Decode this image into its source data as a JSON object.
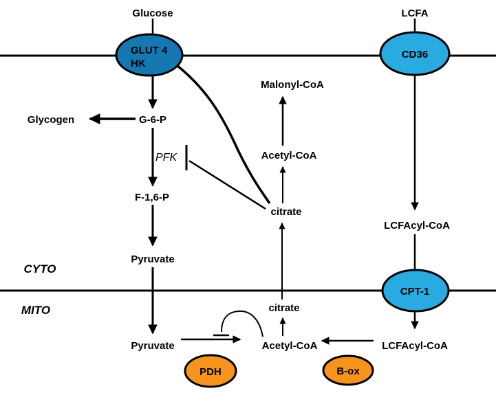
{
  "colors": {
    "background": "#ffffff",
    "line": "#000000",
    "glut4_fill": "#1578b0",
    "transporter_fill": "#29abe2",
    "enzyme_fill": "#f7941e"
  },
  "compartments": {
    "cytosol": "CYTO",
    "mitochondria": "MITO"
  },
  "metabolites": {
    "glucose": "Glucose",
    "glycogen": "Glycogen",
    "g6p": "G-6-P",
    "f16p": "F-1,6-P",
    "pyruvate_cyto": "Pyruvate",
    "pyruvate_mito": "Pyruvate",
    "malonyl_coa": "Malonyl-CoA",
    "acetyl_coa_cyto": "Acetyl-CoA",
    "acetyl_coa_mito": "Acetyl-CoA",
    "citrate_cyto": "citrate",
    "citrate_mito": "citrate",
    "lcfa": "LCFA",
    "lcfacyl_coa_cyto": "LCFAcyl-CoA",
    "lcfacyl_coa_mito": "LCFAcyl-CoA"
  },
  "transporters": {
    "glut4_line1": "GLUT 4",
    "glut4_line2": "HK",
    "cd36": "CD36",
    "cpt1": "CPT-1"
  },
  "enzymes": {
    "pfk": "PFK",
    "pdh": "PDH",
    "beta_ox": "B-ox"
  },
  "relationships": [
    {
      "from": "Glucose",
      "to": "G-6-P",
      "via": "GLUT 4 / HK",
      "type": "transport-reaction"
    },
    {
      "from": "G-6-P",
      "to": "Glycogen",
      "type": "reaction"
    },
    {
      "from": "G-6-P",
      "to": "F-1,6-P",
      "via": "PFK",
      "type": "reaction"
    },
    {
      "from": "F-1,6-P",
      "to": "Pyruvate (cyto)",
      "type": "reaction"
    },
    {
      "from": "Pyruvate (cyto)",
      "to": "Pyruvate (mito)",
      "type": "transport"
    },
    {
      "from": "Pyruvate (mito)",
      "to": "Acetyl-CoA (mito)",
      "via": "PDH",
      "type": "reaction"
    },
    {
      "from": "Acetyl-CoA (mito)",
      "to": "citrate (mito)",
      "type": "reaction"
    },
    {
      "from": "citrate (mito)",
      "to": "citrate (cyto)",
      "type": "transport"
    },
    {
      "from": "citrate (cyto)",
      "to": "Acetyl-CoA (cyto)",
      "type": "reaction"
    },
    {
      "from": "Acetyl-CoA (cyto)",
      "to": "Malonyl-CoA",
      "type": "reaction"
    },
    {
      "from": "LCFA",
      "to": "LCFAcyl-CoA (cyto)",
      "via": "CD36",
      "type": "transport-reaction"
    },
    {
      "from": "LCFAcyl-CoA (cyto)",
      "to": "LCFAcyl-CoA (mito)",
      "via": "CPT-1",
      "type": "transport"
    },
    {
      "from": "LCFAcyl-CoA (mito)",
      "to": "Acetyl-CoA (mito)",
      "via": "B-ox",
      "type": "reaction"
    },
    {
      "from": "citrate (cyto)",
      "to": "PFK",
      "type": "inhibition"
    },
    {
      "from": "Acetyl-CoA (mito)",
      "to": "PDH reaction",
      "type": "inhibition"
    },
    {
      "from": "GLUT 4 / HK",
      "to": "citrate (cyto)",
      "type": "connection"
    }
  ]
}
